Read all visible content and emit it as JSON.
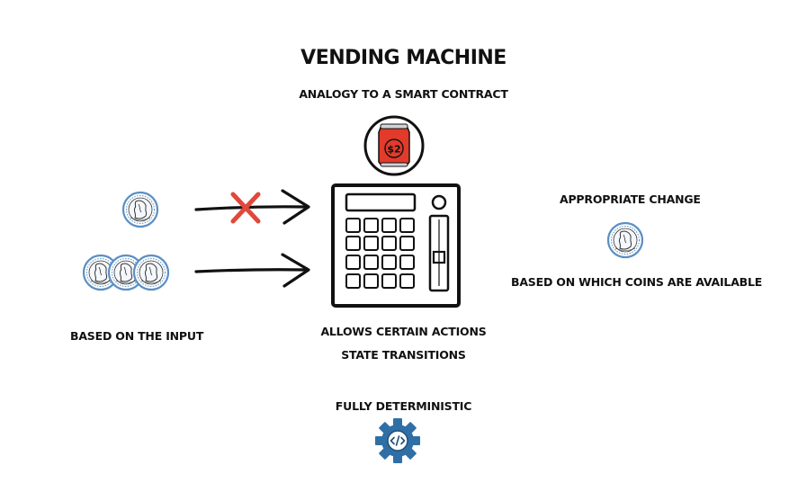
{
  "title": "VENDING MACHINE",
  "subtitle": "ANALOGY TO A SMART CONTRACT",
  "can_price": "$2",
  "left": {
    "label": "BASED ON THE INPUT"
  },
  "center": {
    "actions_label": "ALLOWS CERTAIN ACTIONS",
    "state_label": "STATE TRANSITIONS",
    "deterministic_label": "FULLY DETERMINISTIC"
  },
  "right": {
    "change_label": "APPROPRIATE CHANGE",
    "coins_label": "BASED ON WHICH COINS ARE AVAILABLE"
  },
  "colors": {
    "rejected_mark": "#e0483a",
    "can_red": "#e23a2b",
    "coin_blue": "#5b8fc4",
    "gear_blue": "#2f6fa6"
  },
  "icons": [
    "soda-can-icon",
    "coin-icon",
    "cross-icon",
    "arrow-icon",
    "vending-machine-icon",
    "code-gear-icon"
  ]
}
